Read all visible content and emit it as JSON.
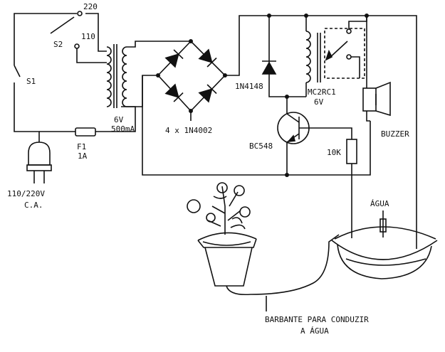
{
  "labels": {
    "v220": "220",
    "v110": "110",
    "s2": "S2",
    "s1": "S1",
    "xfmr_v": "6V",
    "xfmr_i": "500mA",
    "fuse_name": "F1",
    "fuse_rating": "1A",
    "mains_v": "110/220V",
    "mains_ca": "C.A.",
    "bridge": "4 x 1N4002",
    "diode": "1N4148",
    "relay_name": "MC2RC1",
    "relay_v": "6V",
    "transistor": "BC548",
    "resistor": "10K",
    "buzzer": "BUZZER",
    "water": "ÁGUA",
    "note_line1": "BARBANTE PARA CONDUZIR",
    "note_line2": "A ÁGUA"
  }
}
